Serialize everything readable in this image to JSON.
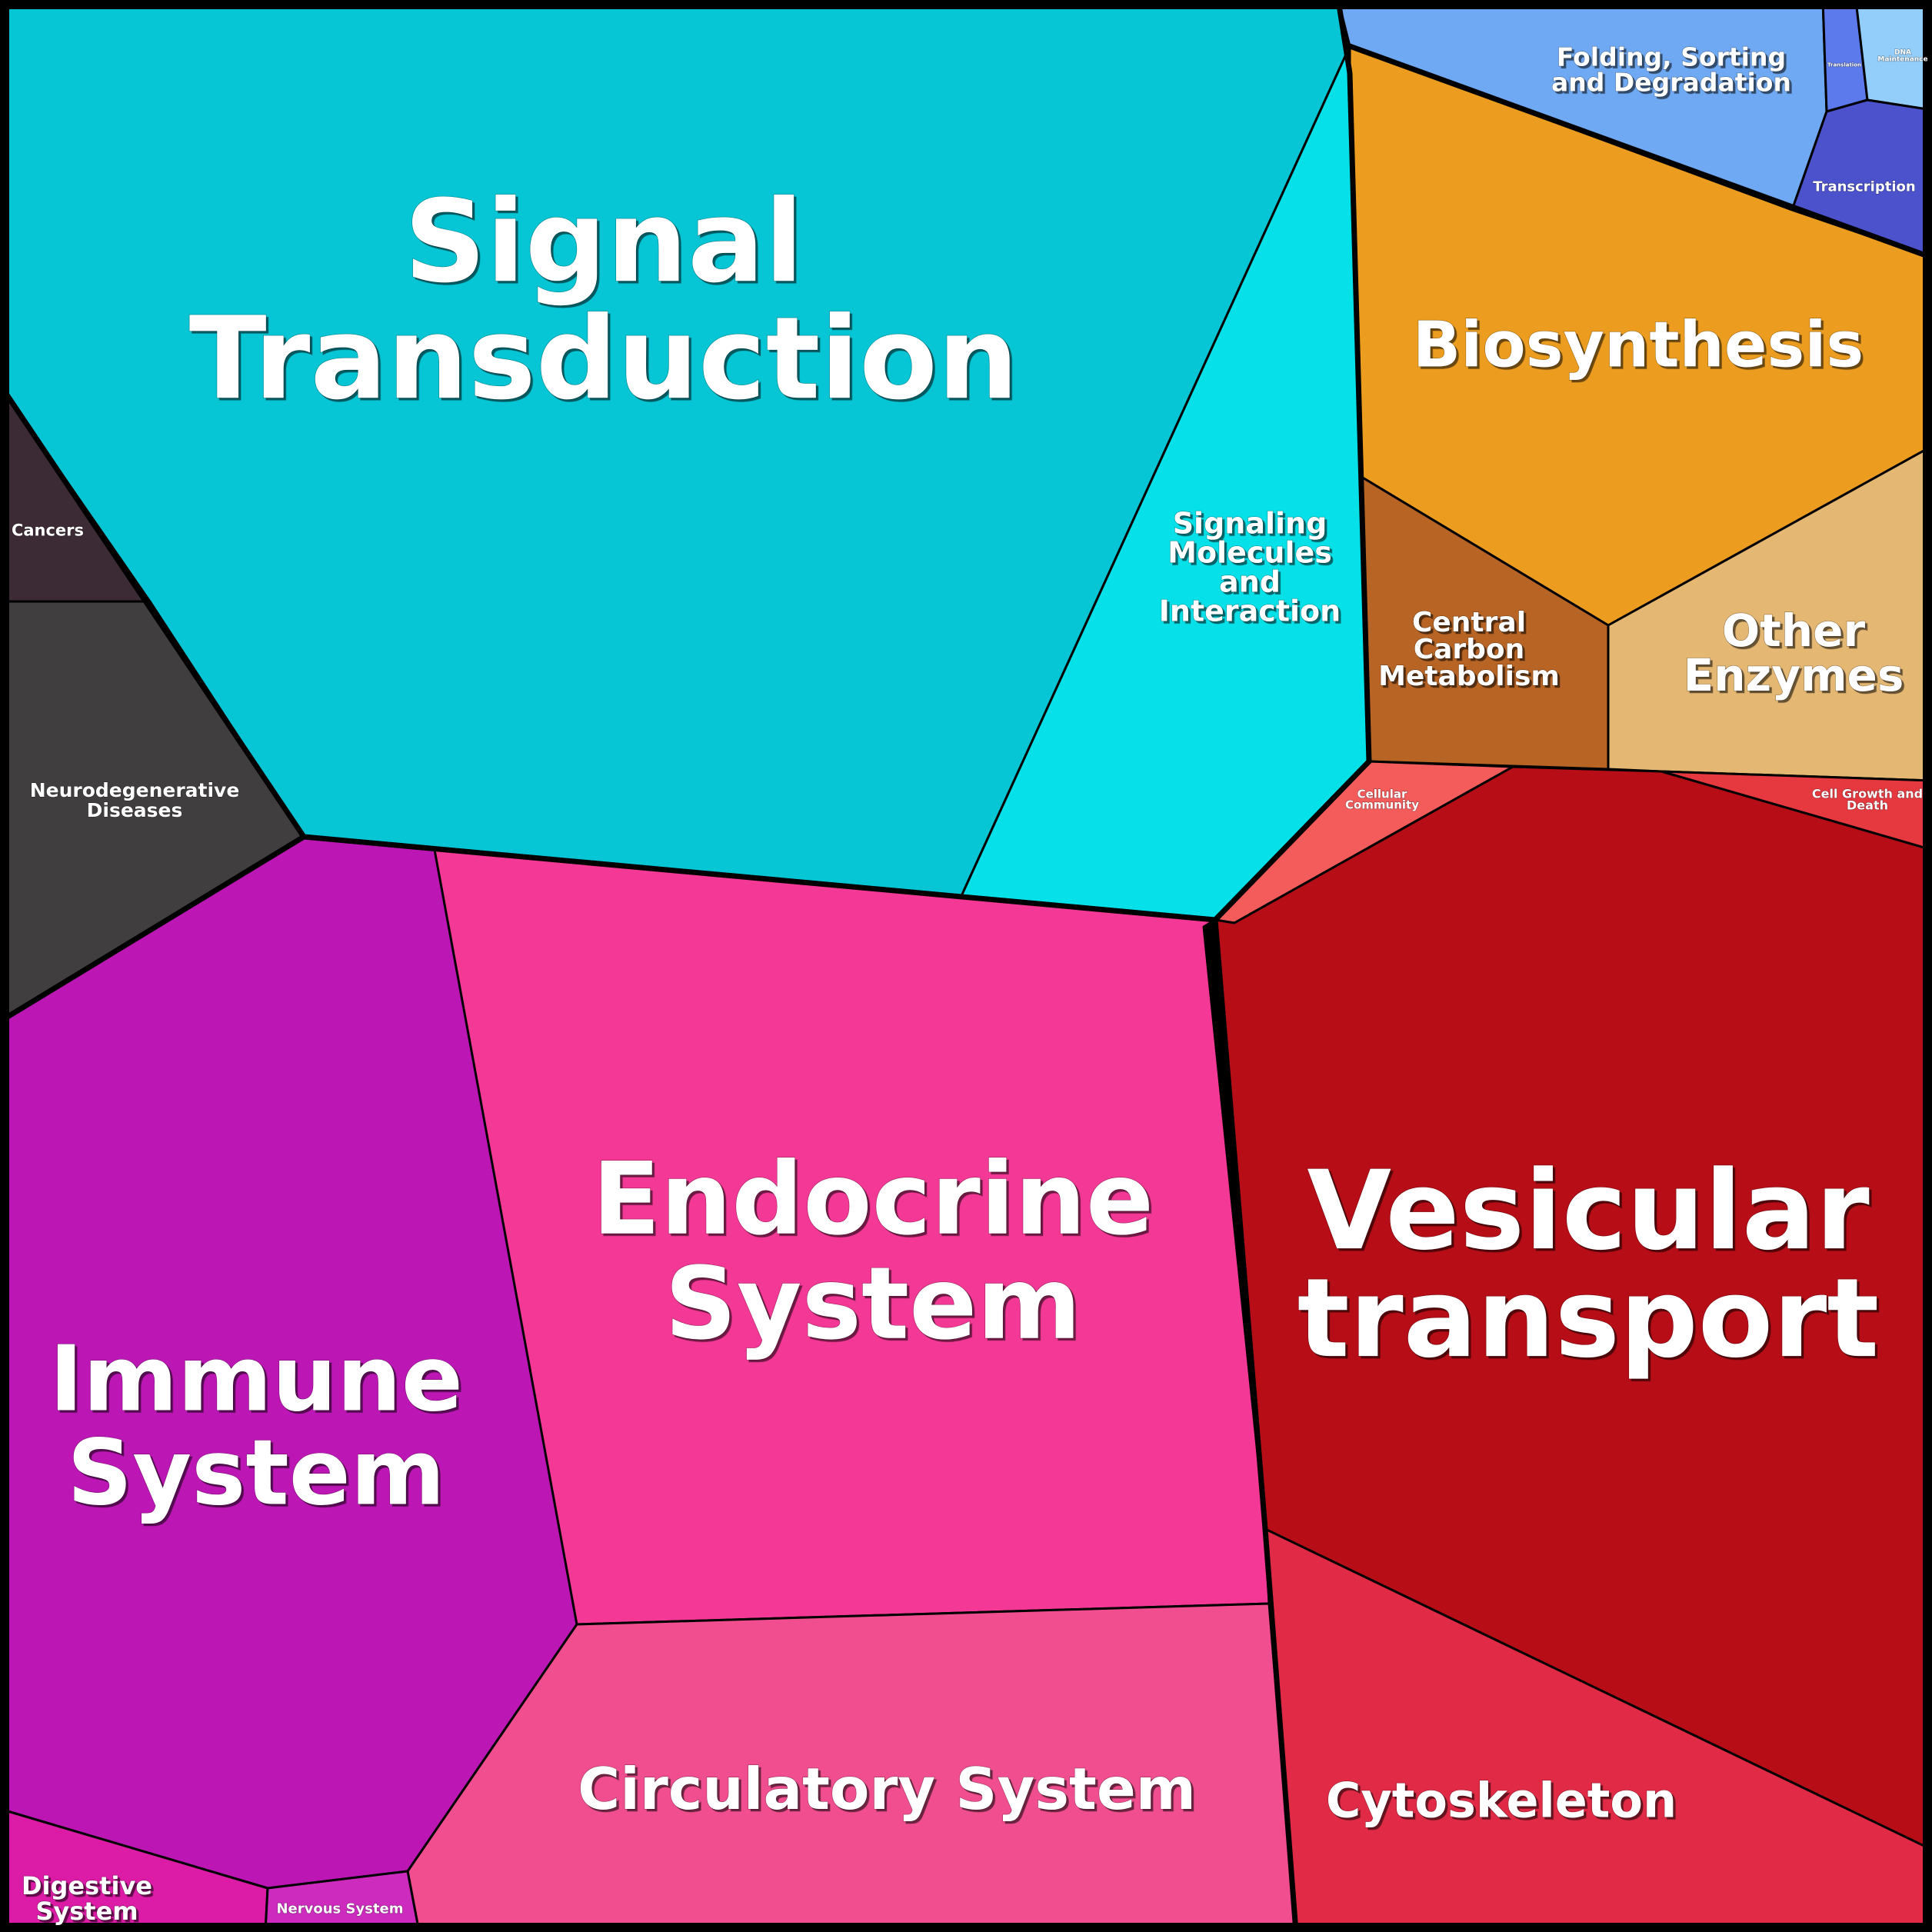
{
  "cells": {
    "signal_transduction": {
      "label_lines": [
        "Signal",
        "Transduction"
      ],
      "color": "#06C5D4"
    },
    "signaling_molecules": {
      "label_lines": [
        "Signaling",
        "Molecules",
        "and",
        "Interaction"
      ],
      "color": "#06E0E8"
    },
    "cancers": {
      "label_lines": [
        "Cancers"
      ],
      "color": "#3C2A35"
    },
    "neurodegenerative": {
      "label_lines": [
        "Neurodegenerative",
        "Diseases"
      ],
      "color": "#413E3F"
    },
    "folding": {
      "label_lines": [
        "Folding, Sorting",
        "and Degradation"
      ],
      "color": "#70A9F3"
    },
    "translation": {
      "label_lines": [
        "Translation"
      ],
      "color": "#5C7AEB"
    },
    "dna_maintenance": {
      "label_lines": [
        "DNA",
        "Maintenance"
      ],
      "color": "#93CDF9"
    },
    "transcription": {
      "label_lines": [
        "Transcription"
      ],
      "color": "#4B52CC"
    },
    "biosynthesis": {
      "label_lines": [
        "Biosynthesis"
      ],
      "color": "#EC9D20"
    },
    "central_carbon": {
      "label_lines": [
        "Central",
        "Carbon",
        "Metabolism"
      ],
      "color": "#B76424"
    },
    "other_enzymes": {
      "label_lines": [
        "Other",
        "Enzymes"
      ],
      "color": "#E4B772"
    },
    "cellular_community": {
      "label_lines": [
        "Cellular",
        "Community"
      ],
      "color": "#F45C5C"
    },
    "cell_growth": {
      "label_lines": [
        "Cell Growth and",
        "Death"
      ],
      "color": "#E5383F"
    },
    "vesicular_transport": {
      "label_lines": [
        "Vesicular",
        "transport"
      ],
      "color": "#B60D16"
    },
    "cytoskeleton": {
      "label_lines": [
        "Cytoskeleton"
      ],
      "color": "#E12A45"
    },
    "endocrine": {
      "label_lines": [
        "Endocrine",
        "System"
      ],
      "color": "#F43895"
    },
    "immune": {
      "label_lines": [
        "Immune",
        "System"
      ],
      "color": "#BC17B4"
    },
    "circulatory": {
      "label_lines": [
        "Circulatory System"
      ],
      "color": "#F04E8F"
    },
    "digestive": {
      "label_lines": [
        "Digestive",
        "System"
      ],
      "color": "#DC1CA6"
    },
    "nervous": {
      "label_lines": [
        "Nervous System"
      ],
      "color": "#CC2BBE"
    }
  }
}
